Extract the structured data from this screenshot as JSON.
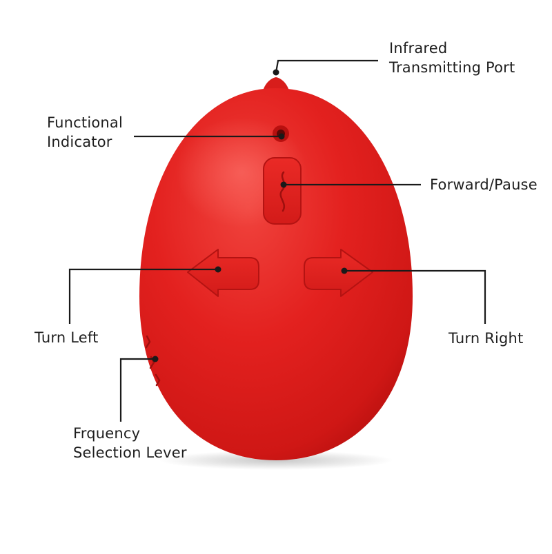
{
  "callouts": {
    "infrared_port": {
      "line1": "Infrared",
      "line2": "Transmitting Port"
    },
    "functional_indicator": {
      "line1": "Functional",
      "line2": "Indicator"
    },
    "forward_pause": {
      "text": "Forward/Pause"
    },
    "turn_left": {
      "text": "Turn Left"
    },
    "turn_right": {
      "text": "Turn Right"
    },
    "frequency_lever": {
      "line1": "Frquency",
      "line2": "Selection Lever"
    }
  },
  "colors": {
    "body": "#e3211f",
    "body_shadow": "#b8100f",
    "body_highlight": "#f2524c",
    "leader_line": "#1a1a1a",
    "label_text": "#1e1e1e"
  }
}
